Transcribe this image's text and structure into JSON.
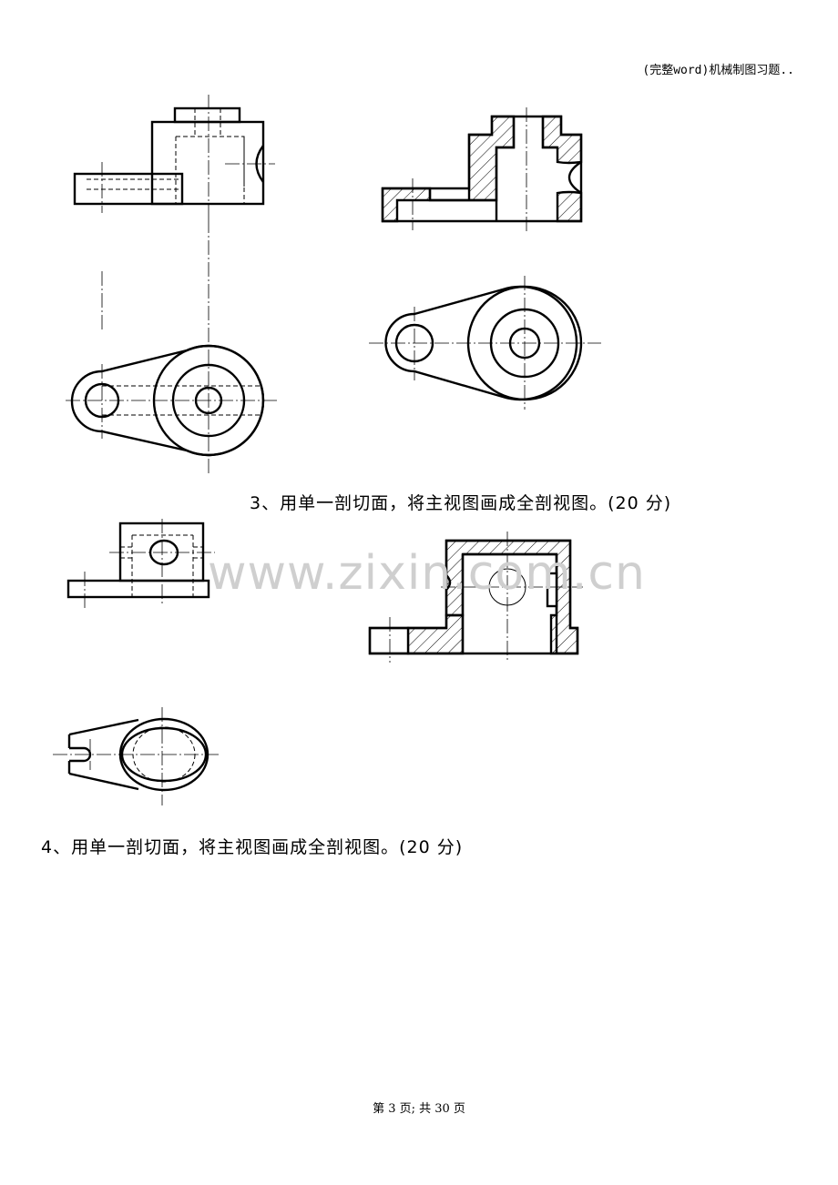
{
  "header": {
    "title": "(完整word)机械制图习题.."
  },
  "questions": {
    "q3": "3、用单一剖切面，将主视图画成全剖视图。(20 分)",
    "q4": "4、用单一剖切面，将主视图画成全剖视图。(20 分)"
  },
  "watermark": "www.zixin.com.cn",
  "footer": {
    "page": "第 3 页; 共 30 页"
  }
}
